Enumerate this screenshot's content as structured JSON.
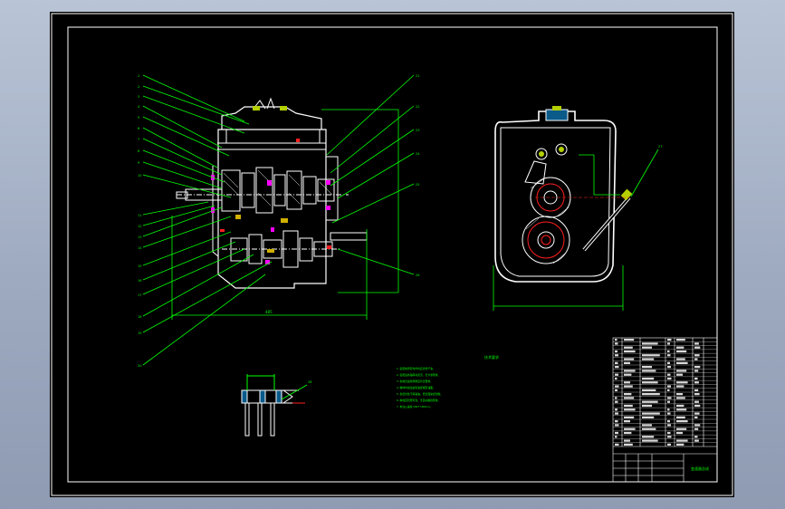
{
  "viewer": {
    "background": "#000000",
    "line_color": "#ffffff",
    "leader_color": "#00ff00",
    "dimension_color": "#00ff00",
    "highlight_color": "#ff00ff",
    "note_color": "#00ff00",
    "red_color": "#ff2020"
  },
  "drawing": {
    "notes_title": "技术要求",
    "notes": [
      "1. 装配前所有零件均应清洗干净。",
      "2. 装配后各轴转动灵活，无卡滞现象。",
      "3. 各啮合齿轮侧隙应符合要求。",
      "4. 箱体内加注齿轮油至规定油面。",
      "5. 各密封处不得漏油，结合面涂密封胶。",
      "6. 换挡应轻便可靠，无自动脱挡现象。",
      "7. 未注公差按 GB/T 1804-m。"
    ],
    "title_block_name": "变速器总成"
  }
}
